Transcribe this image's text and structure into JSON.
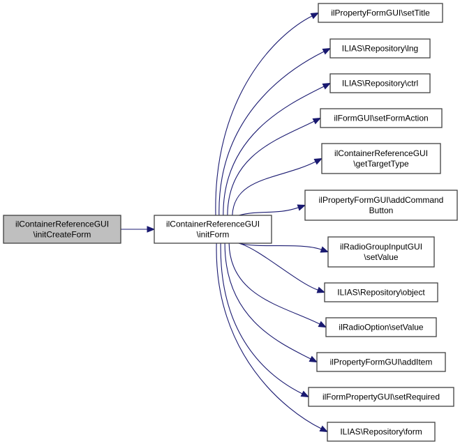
{
  "graph": {
    "type": "call-graph",
    "root": {
      "id": "root",
      "lines": [
        "ilContainerReferenceGUI",
        "\\initCreateForm"
      ],
      "highlighted": true
    },
    "middle": {
      "id": "initForm",
      "lines": [
        "ilContainerReferenceGUI",
        "\\initForm"
      ]
    },
    "callees": [
      {
        "id": "c0",
        "lines": [
          "ilPropertyFormGUI\\setTitle"
        ]
      },
      {
        "id": "c1",
        "lines": [
          "ILIAS\\Repository\\lng"
        ]
      },
      {
        "id": "c2",
        "lines": [
          "ILIAS\\Repository\\ctrl"
        ]
      },
      {
        "id": "c3",
        "lines": [
          "ilFormGUI\\setFormAction"
        ]
      },
      {
        "id": "c4",
        "lines": [
          "ilContainerReferenceGUI",
          "\\getTargetType"
        ]
      },
      {
        "id": "c5",
        "lines": [
          "ilPropertyFormGUI\\addCommand",
          "Button"
        ]
      },
      {
        "id": "c6",
        "lines": [
          "ilRadioGroupInputGUI",
          "\\setValue"
        ]
      },
      {
        "id": "c7",
        "lines": [
          "ILIAS\\Repository\\object"
        ]
      },
      {
        "id": "c8",
        "lines": [
          "ilRadioOption\\setValue"
        ]
      },
      {
        "id": "c9",
        "lines": [
          "ilPropertyFormGUI\\addItem"
        ]
      },
      {
        "id": "c10",
        "lines": [
          "ilFormPropertyGUI\\setRequired"
        ]
      },
      {
        "id": "c11",
        "lines": [
          "ILIAS\\Repository\\form"
        ]
      }
    ],
    "edges": [
      {
        "from": "root",
        "to": "initForm"
      },
      {
        "from": "initForm",
        "to": "c0"
      },
      {
        "from": "initForm",
        "to": "c1"
      },
      {
        "from": "initForm",
        "to": "c2"
      },
      {
        "from": "initForm",
        "to": "c3"
      },
      {
        "from": "initForm",
        "to": "c4"
      },
      {
        "from": "initForm",
        "to": "c5"
      },
      {
        "from": "initForm",
        "to": "c6"
      },
      {
        "from": "initForm",
        "to": "c7"
      },
      {
        "from": "initForm",
        "to": "c8"
      },
      {
        "from": "initForm",
        "to": "c9"
      },
      {
        "from": "initForm",
        "to": "c10"
      },
      {
        "from": "initForm",
        "to": "c11"
      }
    ],
    "colors": {
      "edge": "#191970",
      "root_fill": "#bfbfbf",
      "node_fill": "#ffffff",
      "border": "#404040"
    }
  }
}
